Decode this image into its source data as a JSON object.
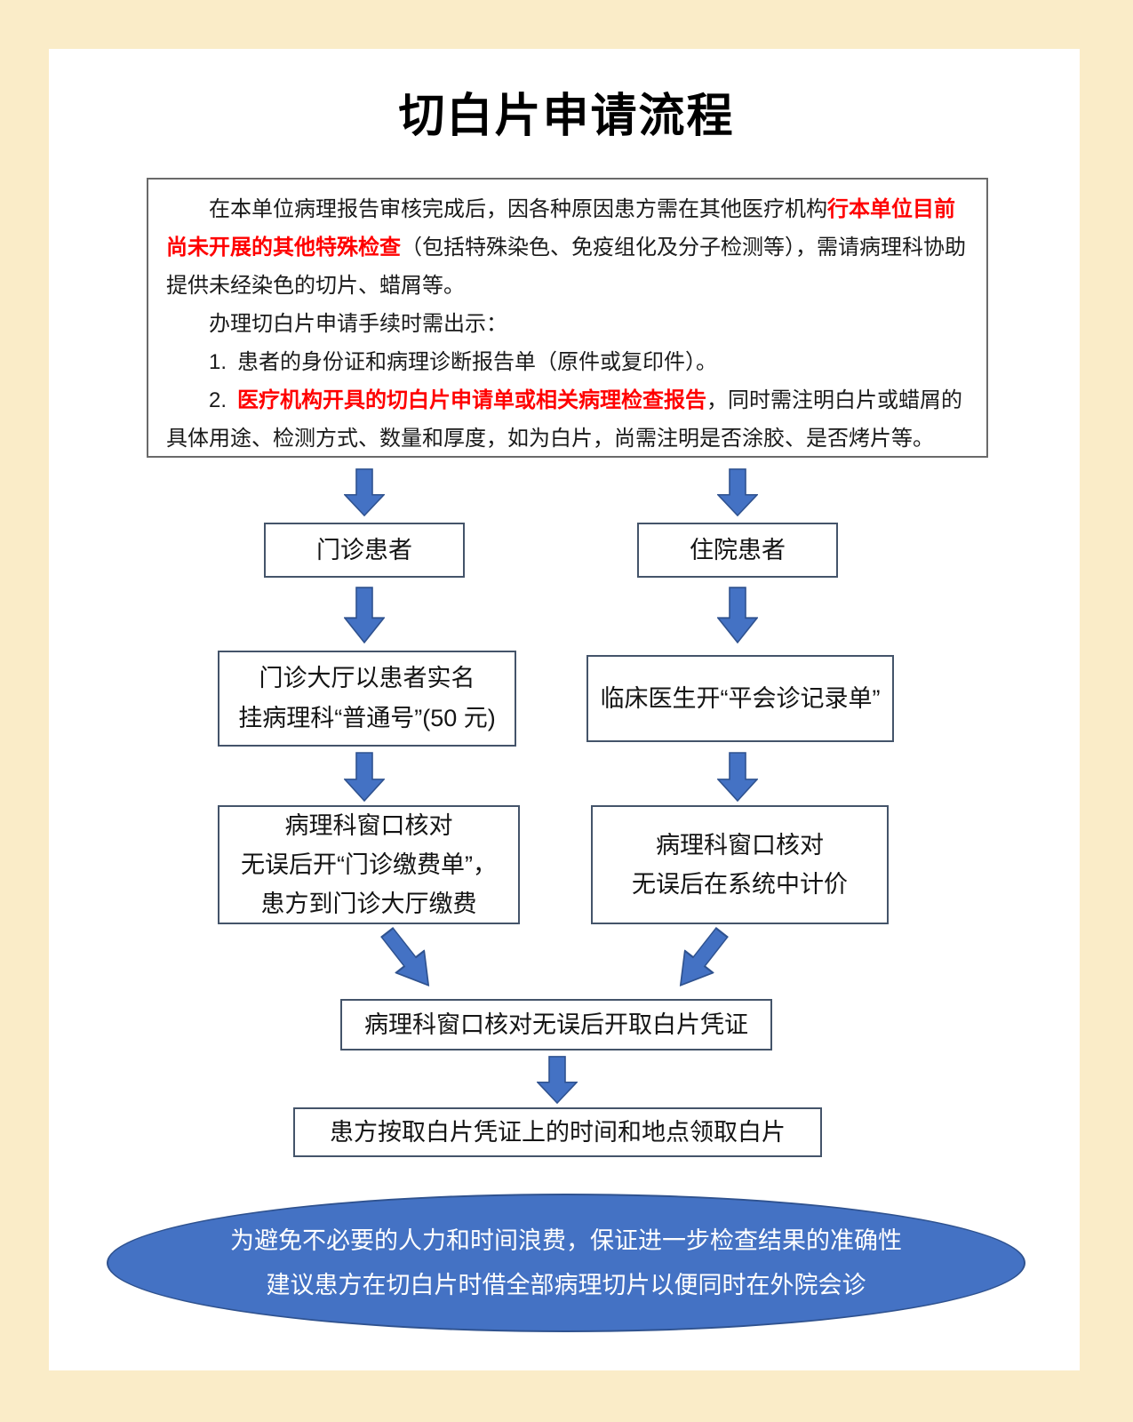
{
  "title": "切白片申请流程",
  "colors": {
    "page_background": "#FAECC8",
    "panel_background": "#FFFFFF",
    "arrow_fill": "#4472C4",
    "arrow_outline": "#2F528F",
    "box_border": "#44546A",
    "intro_box_border": "#6A6A6A",
    "highlight_red": "#FF0000",
    "ellipse_fill": "#4472C4",
    "ellipse_text": "#FFFFFF"
  },
  "intro": {
    "p1": {
      "black1": "在本单位病理报告审核完成后，因各种原因患方需在其他医疗机构",
      "red": "行本单位目前尚未开展的其他特殊检查",
      "black2": "（包括特殊染色、免疫组化及分子检测等），需请病理科协助提供未经染色的切片、蜡屑等。"
    },
    "p2": "办理切白片申请手续时需出示：",
    "item1": {
      "number": "1.",
      "text": "患者的身份证和病理诊断报告单（原件或复印件）。"
    },
    "item2": {
      "number": "2.",
      "red": "医疗机构开具的切白片申请单或相关病理检查报告",
      "black": "，同时需注明白片或蜡屑的具体用途、检测方式、数量和厚度，如为白片，尚需注明是否涂胶、是否烤片等。"
    }
  },
  "flow": {
    "outpatient_label": "门诊患者",
    "inpatient_label": "住院患者",
    "outpatient_step1": {
      "line1": "门诊大厅以患者实名",
      "line2": "挂病理科“普通号”(50 元)"
    },
    "inpatient_step1": {
      "line1": "临床医生开“平会诊记录单”"
    },
    "outpatient_step2": {
      "line1": "病理科窗口核对",
      "line2": "无误后开“门诊缴费单”，",
      "line3": "患方到门诊大厅缴费"
    },
    "inpatient_step2": {
      "line1": "病理科窗口核对",
      "line2": "无误后在系统中计价"
    },
    "merge_label": "病理科窗口核对无误后开取白片凭证",
    "final_label": "患方按取白片凭证上的时间和地点领取白片"
  },
  "note": {
    "line1": "为避免不必要的人力和时间浪费，保证进一步检查结果的准确性",
    "line2": "建议患方在切白片时借全部病理切片以便同时在外院会诊"
  }
}
